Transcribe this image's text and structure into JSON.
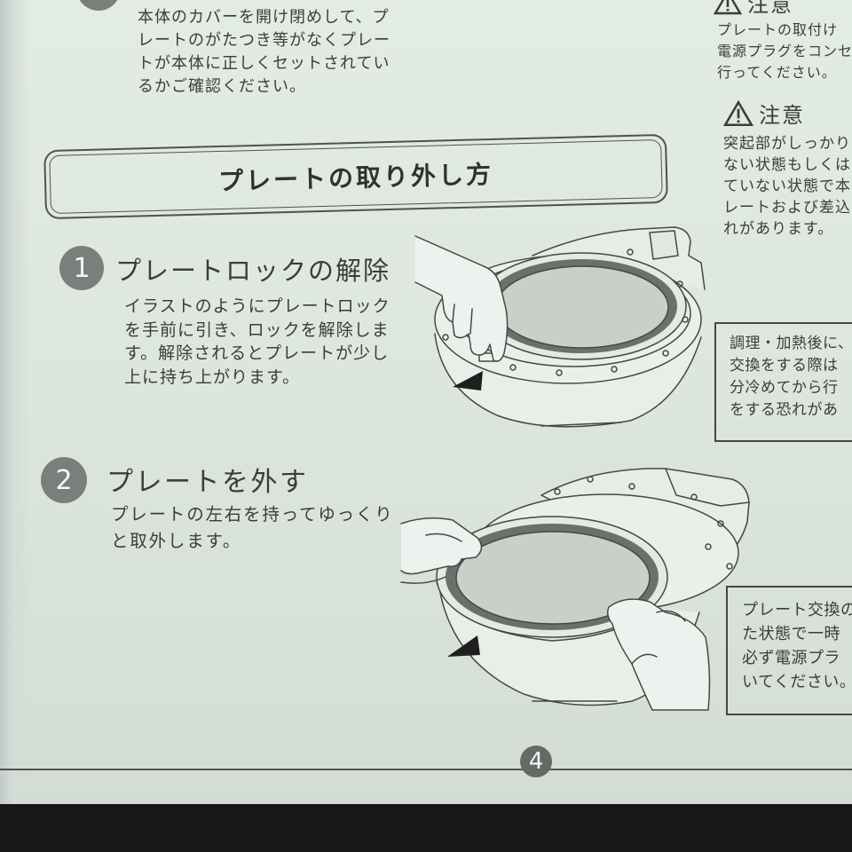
{
  "document": {
    "top_left": {
      "lines": [
        "本体のカバーを開け閉めして、プ",
        "レートのがたつき等がなくプレー",
        "トが本体に正しくセットされてい",
        "るかご確認ください。"
      ]
    },
    "caution_top": {
      "title": "注意",
      "lines": [
        "プレートの取付け",
        "電源プラグをコンセ",
        "行ってください。"
      ]
    },
    "caution_second": {
      "title": "注意",
      "lines": [
        "突起部がしっかり",
        "ない状態もしくは",
        "ていない状態で本",
        "レートおよび差込",
        "れがあります。"
      ]
    },
    "section_title": "プレートの取り外し方",
    "steps": [
      {
        "number": "1",
        "title": "プレートロックの解除",
        "body": [
          "イラストのようにプレートロック",
          "を手前に引き、ロックを解除しま",
          "す。解除されるとプレートが少し",
          "上に持ち上がります。"
        ]
      },
      {
        "number": "2",
        "title": "プレートを外す",
        "body": [
          "プレートの左右を持ってゆっくり",
          "と取外します。"
        ]
      }
    ],
    "notes": [
      {
        "lines": [
          "調理・加熱後に、",
          "交換をする際は",
          "分冷めてから行",
          "をする恐れがあ"
        ]
      },
      {
        "lines": [
          "プレート交換の",
          "た状態で一時",
          "必ず電源プラ",
          "いてください。"
        ]
      }
    ],
    "page_number": "4"
  },
  "icons": [
    "caution-icon",
    "step-number-circle",
    "direction-arrow-icon"
  ],
  "colors": {
    "paper": "#dde7de",
    "ink": "#3a3d3a",
    "step_circle": "#7b7f7b",
    "plate_ring": "#6c706c",
    "plate_surface": "#c9d0c9",
    "page_edge": "#161716"
  }
}
